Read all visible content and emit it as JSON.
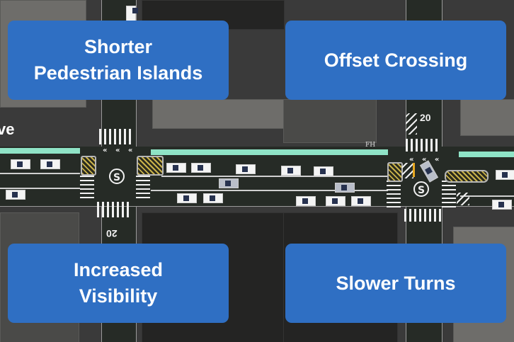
{
  "street_label": "ve",
  "callouts": [
    {
      "id": "top-left",
      "lines": [
        "Shorter",
        "Pedestrian Islands"
      ]
    },
    {
      "id": "top-right",
      "lines": [
        "Offset Crossing"
      ]
    },
    {
      "id": "bottom-left",
      "lines": [
        "Increased",
        "Visibility"
      ]
    },
    {
      "id": "bottom-right",
      "lines": [
        "Slower Turns"
      ]
    }
  ],
  "map": {
    "signal_symbol": "S",
    "speed_markings": [
      "20",
      "20"
    ],
    "hydrant_label": "FH",
    "chevrons": "« « «"
  },
  "colors": {
    "callout_bg": "#2f6fc3",
    "bike_lane": "#8fe3c6",
    "island": "#c9b24a"
  }
}
